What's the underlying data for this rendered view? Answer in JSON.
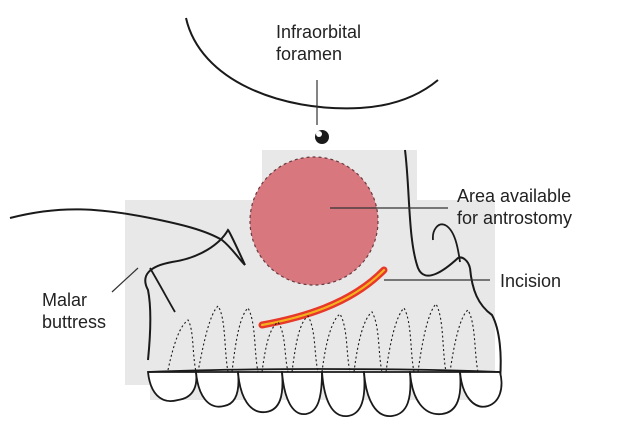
{
  "labels": {
    "infraorbital_line1": "Infraorbital",
    "infraorbital_line2": "foramen",
    "area_line1": "Area available",
    "area_line2": "for antrostomy",
    "incision": "Incision",
    "malar_line1": "Malar",
    "malar_line2": "buttress"
  },
  "colors": {
    "background": "#ffffff",
    "shade": "#e8e8e8",
    "outline": "#1a1a1a",
    "antrostomy_area": "#d9777f",
    "incision_outer": "#e8382a",
    "incision_inner": "#f2b21d"
  }
}
